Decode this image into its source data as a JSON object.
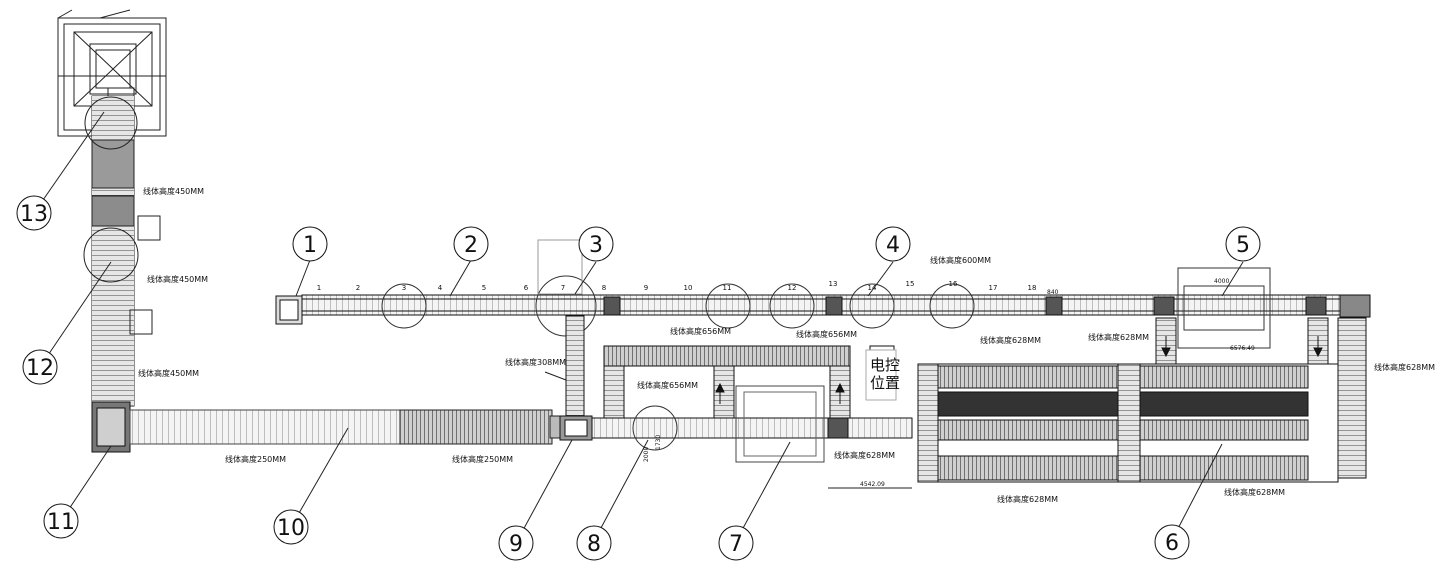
{
  "callouts": [
    "1",
    "2",
    "3",
    "4",
    "5",
    "6",
    "7",
    "8",
    "9",
    "10",
    "11",
    "12",
    "13"
  ],
  "station_numbers": [
    "1",
    "2",
    "3",
    "4",
    "5",
    "6",
    "7",
    "8",
    "9",
    "10",
    "11",
    "12",
    "13",
    "14",
    "15",
    "16",
    "17",
    "18"
  ],
  "labels": {
    "h450_a": "线体高度450MM",
    "h450_b": "线体高度450MM",
    "h450_c": "线体高度450MM",
    "h600": "线体高度600MM",
    "h656_a": "线体高度656MM",
    "h656_b": "线体高度656MM",
    "h656_c": "线体高度656MM",
    "h628_a": "线体高度628MM",
    "h628_b": "线体高度628MM",
    "h628_c": "线体高度628MM",
    "h628_d": "线体高度628MM",
    "h628_e": "线体高度628MM",
    "h628_f": "线体高度628MM",
    "h308": "线体高度308MM",
    "h250_a": "线体高度250MM",
    "h250_b": "线体高度250MM"
  },
  "control_label": [
    "电控",
    "位置"
  ],
  "dimensions": {
    "d4000": "4000",
    "d6576": "6576.49",
    "d4542": "4542.09",
    "d840": "840",
    "d1730": "1730",
    "d2000": "2000"
  }
}
